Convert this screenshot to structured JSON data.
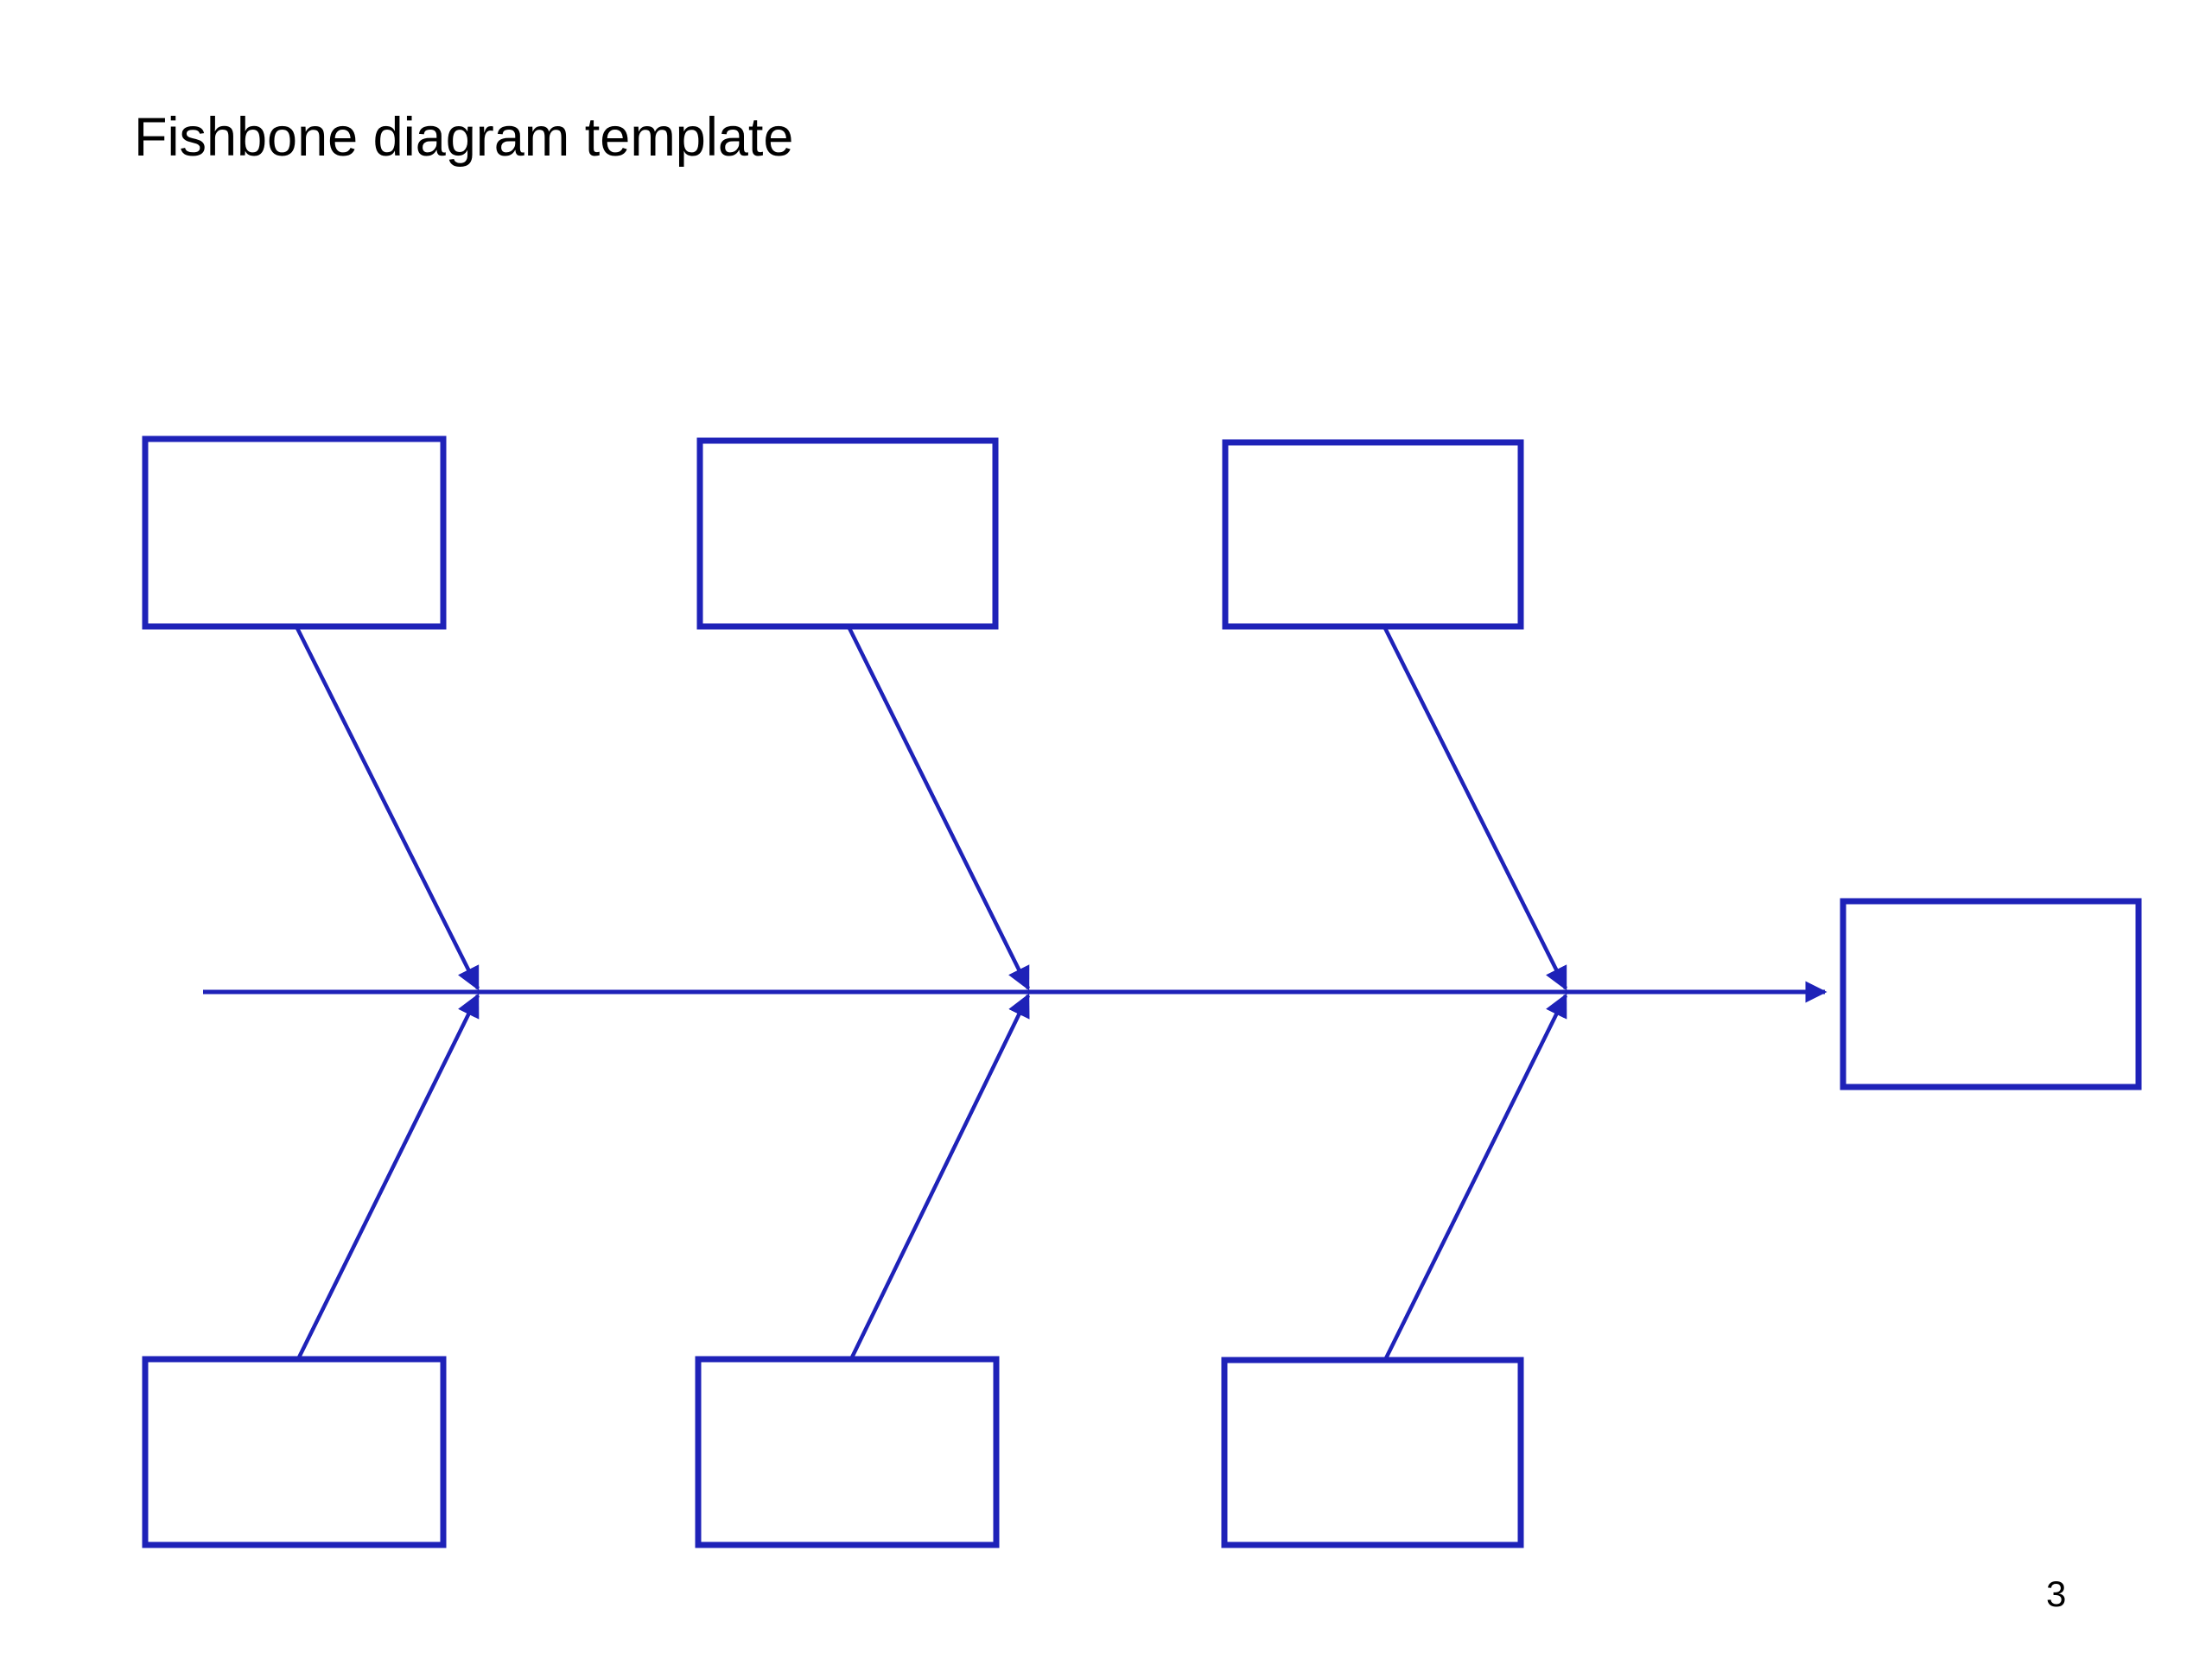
{
  "page": {
    "title": "Fishbone diagram template",
    "page_number": "3",
    "background_color": "#ffffff",
    "text_color": "#000000"
  },
  "diagram": {
    "type": "fishbone",
    "line_color": "#1e22b8",
    "box_fill_color": "#ffffff",
    "spine_direction": "left-to-right",
    "effect_box": {
      "label": ""
    },
    "top_cause_boxes": [
      {
        "label": ""
      },
      {
        "label": ""
      },
      {
        "label": ""
      }
    ],
    "bottom_cause_boxes": [
      {
        "label": ""
      },
      {
        "label": ""
      },
      {
        "label": ""
      }
    ]
  }
}
